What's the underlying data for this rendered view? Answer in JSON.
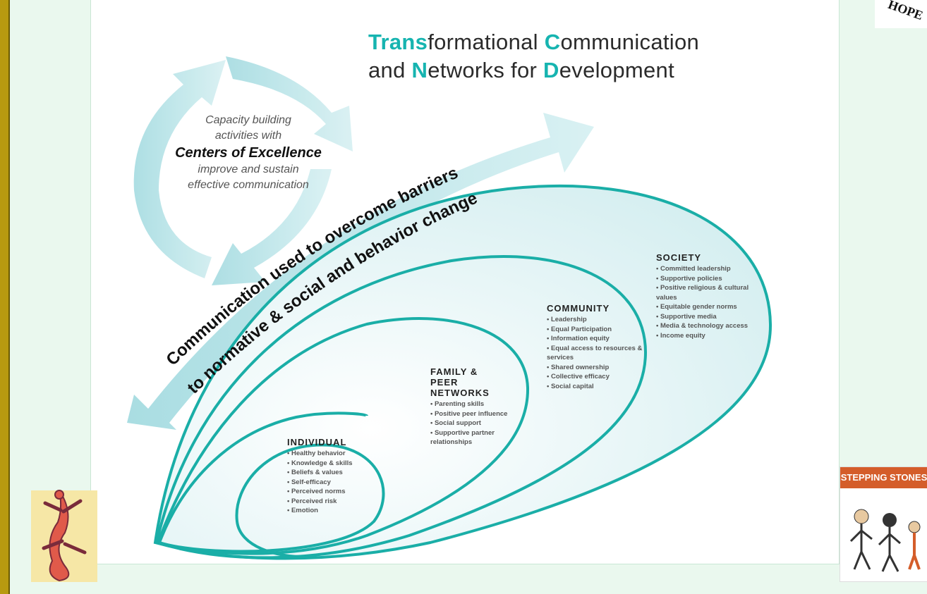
{
  "title": {
    "w1_bold": "Trans",
    "w1_rest": "formational ",
    "w2_bold": "C",
    "w2_rest": "ommunication",
    "w3": "and ",
    "w4_bold": "N",
    "w4_rest": "etworks for ",
    "w5_bold": "D",
    "w5_rest": "evelopment"
  },
  "capacity": {
    "line1": "Capacity building",
    "line2": "activities with",
    "strong": "Centers of Excellence",
    "line3": "improve and sustain",
    "line4": "effective communication"
  },
  "arrow_text": {
    "line1": "Communication used to overcome barriers",
    "line2": "to normative & social and behavior change"
  },
  "sections": {
    "individual": {
      "heading": "INDIVIDUAL",
      "items": [
        "Healthy behavior",
        "Knowledge & skills",
        "Beliefs & values",
        "Self-efficacy",
        "Perceived norms",
        "Perceived risk",
        "Emotion"
      ]
    },
    "family": {
      "heading": "FAMILY & PEER NETWORKS",
      "items": [
        "Parenting skills",
        "Positive peer influence",
        "Social support",
        "Supportive partner relationships"
      ]
    },
    "community": {
      "heading": "COMMUNITY",
      "items": [
        "Leadership",
        "Equal Participation",
        "Information equity",
        "Equal access to resources & services",
        "Shared ownership",
        "Collective efficacy",
        "Social capital"
      ]
    },
    "society": {
      "heading": "SOCIETY",
      "items": [
        "Committed leadership",
        "Supportive policies",
        "Positive religious & cultural values",
        "Equitable gender norms",
        "Supportive media",
        "Media & technology access",
        "Income equity"
      ]
    }
  },
  "logos": {
    "hope": "HOPE",
    "stepping_stones": "STEPPING STONES"
  },
  "colors": {
    "accent": "#16b4b0",
    "spiral": "#1aaea7",
    "arrow_fill": "#c4e8ec",
    "background": "#eaf8ee"
  }
}
